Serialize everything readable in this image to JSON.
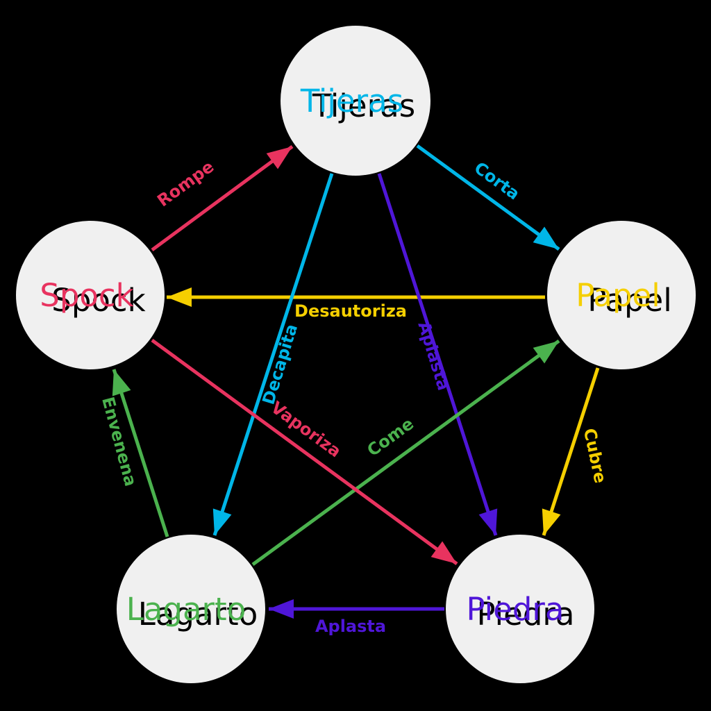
{
  "diagram": {
    "background": "#000000",
    "node_fill": "#f0f0f0",
    "nodes": [
      {
        "id": "tijeras",
        "label": "Tijeras",
        "color": "#00b6e8"
      },
      {
        "id": "papel",
        "label": "Papel",
        "color": "#f5cf00"
      },
      {
        "id": "piedra",
        "label": "Piedra",
        "color": "#4f16d8"
      },
      {
        "id": "lagarto",
        "label": "Lagarto",
        "color": "#4bb24e"
      },
      {
        "id": "spock",
        "label": "Spock",
        "color": "#e8335f"
      }
    ],
    "edges": [
      {
        "label": "Rompe",
        "from": "Spock",
        "to": "Tijeras",
        "color": "#e8335f"
      },
      {
        "label": "Corta",
        "from": "Tijeras",
        "to": "Papel",
        "color": "#00b6e8"
      },
      {
        "label": "Desautoriza",
        "from": "Papel",
        "to": "Spock",
        "color": "#f5cf00"
      },
      {
        "label": "Decapita",
        "from": "Tijeras",
        "to": "Lagarto",
        "color": "#00b6e8"
      },
      {
        "label": "Aplasta",
        "from": "Tijeras",
        "to": "Piedra",
        "color": "#4f16d8"
      },
      {
        "label": "Envenena",
        "from": "Lagarto",
        "to": "Spock",
        "color": "#4bb24e"
      },
      {
        "label": "Come",
        "from": "Lagarto",
        "to": "Papel",
        "color": "#4bb24e"
      },
      {
        "label": "Cubre",
        "from": "Papel",
        "to": "Piedra",
        "color": "#f5cf00"
      },
      {
        "label": "Vaporiza",
        "from": "Spock",
        "to": "Piedra",
        "color": "#e8335f"
      },
      {
        "label": "Aplasta",
        "from": "Piedra",
        "to": "Lagarto",
        "color": "#4f16d8"
      }
    ]
  }
}
